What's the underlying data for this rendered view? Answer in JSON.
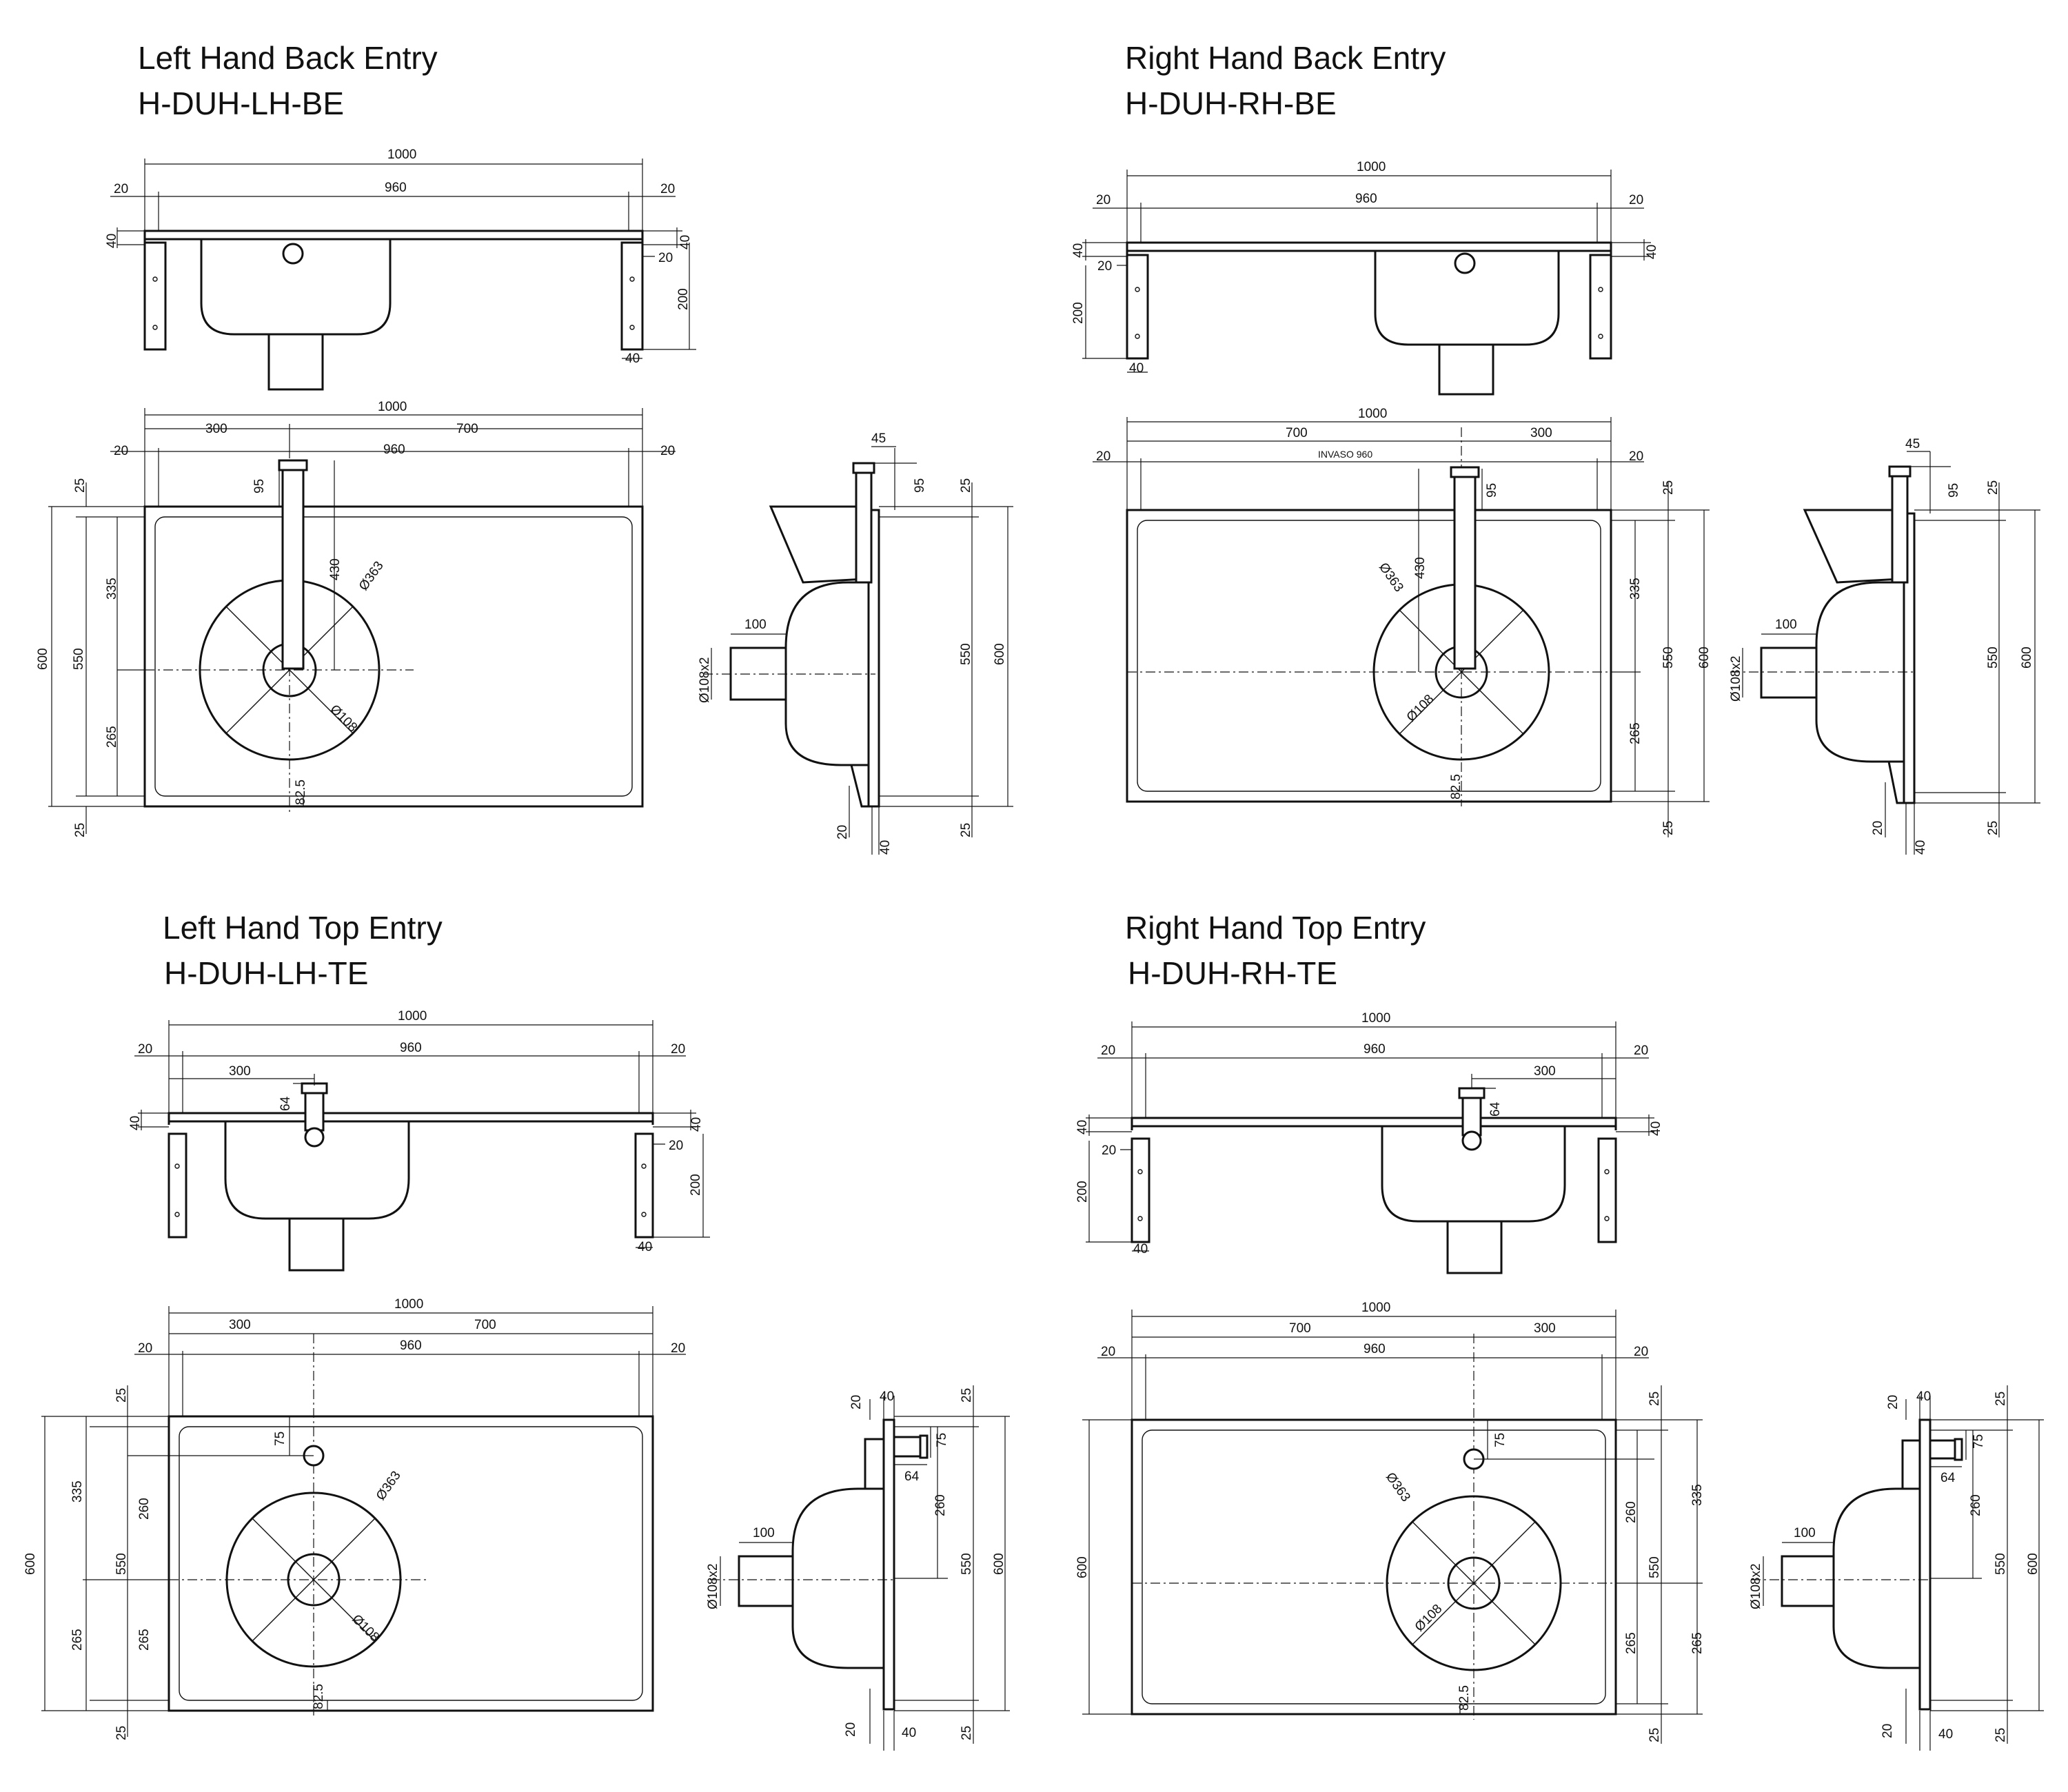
{
  "drawings": [
    {
      "title": "Left Hand Back Entry",
      "code": "H-DUH-LH-BE",
      "front": {
        "overall": "1000",
        "inner": "960",
        "side_left": "20",
        "side_right": "20",
        "top_left": "40",
        "top_right": "40",
        "bracket_offset": "20",
        "bracket_height": "200",
        "bracket_width": "40"
      },
      "plan": {
        "overall": "1000",
        "inner": "960",
        "side_left": "20",
        "side_right": "20",
        "left_seg": "300",
        "right_seg": "700",
        "total_depth": "600",
        "inner_depth": "550",
        "top_margin": "25",
        "bottom_margin": "25",
        "top_part": "335",
        "bottom_part": "265",
        "pipe_offset": "95",
        "pipe_to_center": "430",
        "bowl_dia": "Ø363",
        "outlet_dia": "Ø108",
        "outlet_offset": "82.5"
      },
      "side": {
        "pipe_width": "45",
        "pipe_offset": "95",
        "top_margin": "25",
        "inner_depth": "550",
        "total_depth": "600",
        "bottom_margin": "25",
        "outlet_len": "100",
        "outlet_dia": "Ø108x2",
        "bottom_offset": "20",
        "bottom_width": "40"
      }
    },
    {
      "title": "Right Hand Back Entry",
      "code": "H-DUH-RH-BE",
      "front": {
        "overall": "1000",
        "inner": "960",
        "side_left": "20",
        "side_right": "20",
        "top_left": "40",
        "top_right": "40",
        "bracket_offset": "20",
        "bracket_height": "200",
        "bracket_width": "40"
      },
      "plan": {
        "overall": "1000",
        "inner": "INVASO 960",
        "side_left": "20",
        "side_right": "20",
        "left_seg": "700",
        "right_seg": "300",
        "total_depth": "600",
        "inner_depth": "550",
        "top_margin": "25",
        "bottom_margin": "25",
        "top_part": "335",
        "bottom_part": "265",
        "pipe_offset": "95",
        "pipe_to_center": "430",
        "bowl_dia": "Ø363",
        "outlet_dia": "Ø108",
        "outlet_offset": "82.5"
      },
      "side": {
        "pipe_width": "45",
        "pipe_offset": "95",
        "top_margin": "25",
        "inner_depth": "550",
        "total_depth": "600",
        "bottom_margin": "25",
        "outlet_len": "100",
        "outlet_dia": "Ø108x2",
        "bottom_offset": "20",
        "bottom_width": "40"
      }
    },
    {
      "title": "Left Hand Top Entry",
      "code": "H-DUH-LH-TE",
      "front": {
        "overall": "1000",
        "inner": "960",
        "side_left": "20",
        "side_right": "20",
        "top_left": "40",
        "top_right": "40",
        "bracket_offset": "20",
        "bracket_height": "200",
        "bracket_width": "40",
        "pipe_seg": "300",
        "pipe_height": "64"
      },
      "plan": {
        "overall": "1000",
        "inner": "960",
        "side_left": "20",
        "side_right": "20",
        "left_seg": "300",
        "right_seg": "700",
        "total_depth": "600",
        "inner_depth": "550",
        "top_margin": "25",
        "bottom_margin": "25",
        "top_part": "335",
        "bottom_part": "265",
        "pipe_offset": "75",
        "pipe_to_center": "260",
        "bowl_dia": "Ø363",
        "outlet_dia": "Ø108",
        "outlet_offset": "82.5",
        "inner_upper": "260",
        "inner_lower": "265"
      },
      "side": {
        "top_offset": "20",
        "top_width": "40",
        "pipe_offset": "75",
        "pipe_len": "64",
        "to_center": "260",
        "top_margin": "25",
        "inner_depth": "550",
        "total_depth": "600",
        "bottom_margin": "25",
        "outlet_len": "100",
        "outlet_dia": "Ø108x2",
        "bottom_offset": "20",
        "bottom_width": "40"
      }
    },
    {
      "title": "Right Hand Top Entry",
      "code": "H-DUH-RH-TE",
      "front": {
        "overall": "1000",
        "inner": "960",
        "side_left": "20",
        "side_right": "20",
        "top_left": "40",
        "top_right": "40",
        "bracket_offset": "20",
        "bracket_height": "200",
        "bracket_width": "40",
        "pipe_seg": "300",
        "pipe_height": "64"
      },
      "plan": {
        "overall": "1000",
        "inner": "960",
        "side_left": "20",
        "side_right": "20",
        "left_seg": "700",
        "right_seg": "300",
        "total_depth": "600",
        "inner_depth": "550",
        "top_margin": "25",
        "bottom_margin": "25",
        "top_part": "335",
        "bottom_part": "265",
        "pipe_offset": "75",
        "pipe_to_center": "260",
        "bowl_dia": "Ø363",
        "outlet_dia": "Ø108",
        "outlet_offset": "82.5",
        "inner_upper": "260",
        "inner_lower": "265"
      },
      "side": {
        "top_offset": "20",
        "top_width": "40",
        "pipe_offset": "75",
        "pipe_len": "64",
        "to_center": "260",
        "top_margin": "25",
        "inner_depth": "550",
        "total_depth": "600",
        "bottom_margin": "25",
        "outlet_len": "100",
        "outlet_dia": "Ø108x2",
        "bottom_offset": "20",
        "bottom_width": "40"
      }
    }
  ]
}
